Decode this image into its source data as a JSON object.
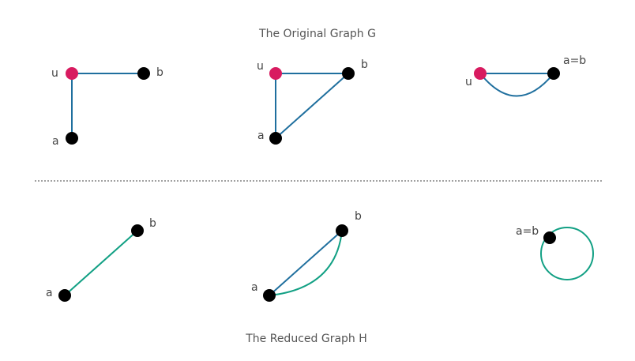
{
  "top_title": "The Original Graph G",
  "bottom_title": "The Reduced Graph H",
  "colors": {
    "original_edge": "#1f6f9e",
    "reduced_edge": "#12a084",
    "vertex_u": "#d81b60",
    "vertex": "#000000"
  },
  "original": [
    {
      "labels": {
        "u": "u",
        "a": "a",
        "b": "b"
      }
    },
    {
      "labels": {
        "u": "u",
        "a": "a",
        "b": "b"
      }
    },
    {
      "labels": {
        "u": "u",
        "ab": "a=b"
      }
    }
  ],
  "reduced": [
    {
      "labels": {
        "a": "a",
        "b": "b"
      }
    },
    {
      "labels": {
        "a": "a",
        "b": "b"
      }
    },
    {
      "labels": {
        "ab": "a=b"
      }
    }
  ]
}
